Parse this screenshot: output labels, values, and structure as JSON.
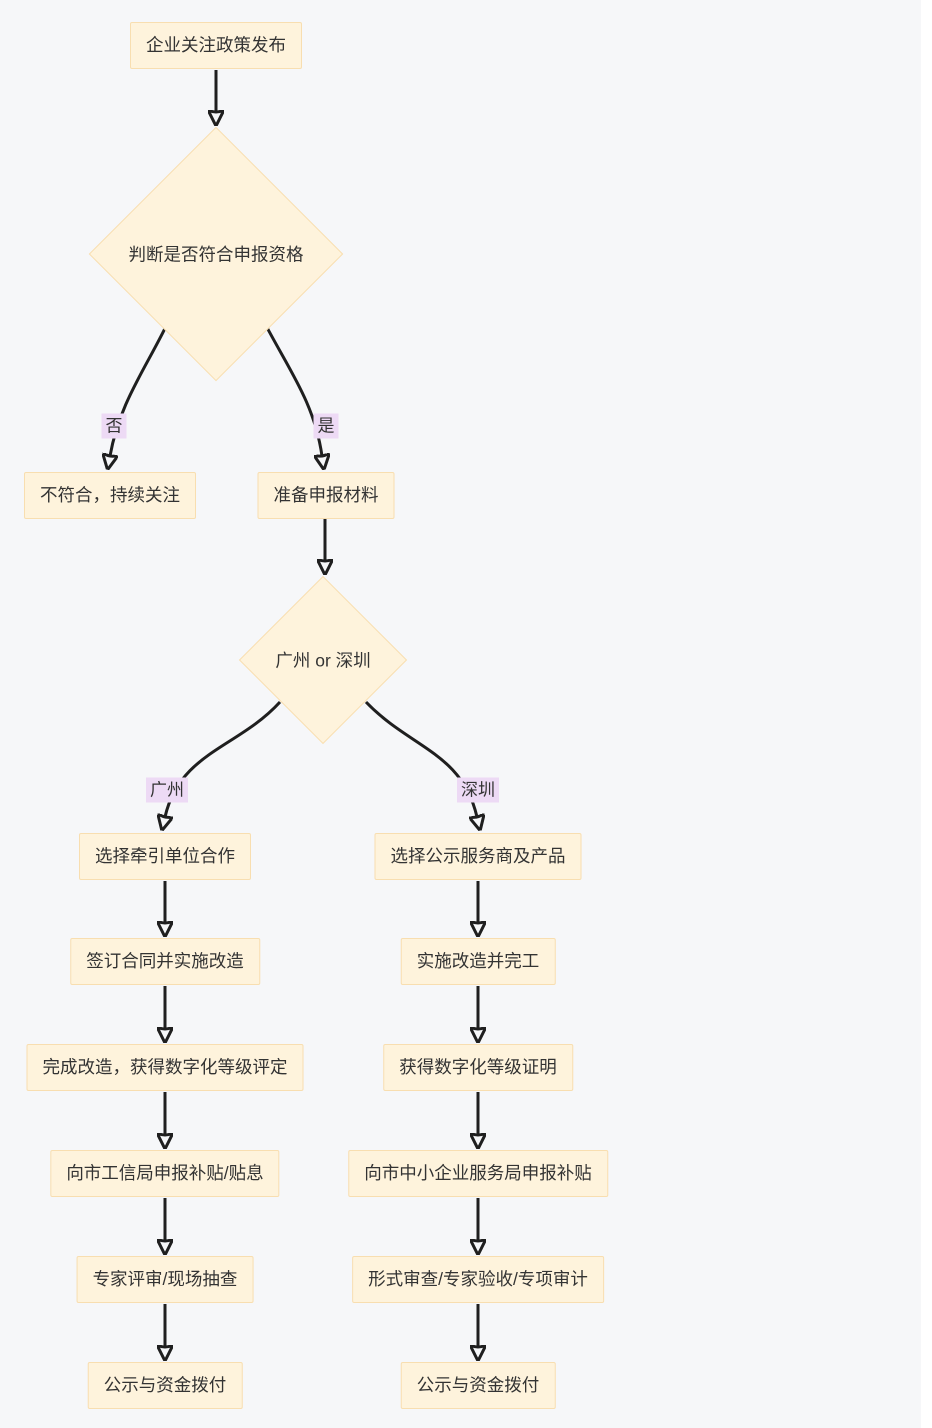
{
  "diagram": {
    "background_color": "#f6f7f9",
    "node_fill_color": "#fef3dc",
    "node_border_color": "#f8deb0",
    "edge_label_background_color": "#eddaf5",
    "line_color": "#1f1f1f",
    "text_color": "#333333"
  },
  "nodes": {
    "start": {
      "label": "企业关注政策发布",
      "type": "rect"
    },
    "check_eligibility": {
      "label": "判断是否符合申报资格",
      "type": "diamond"
    },
    "not_eligible": {
      "label": "不符合，持续关注",
      "type": "rect"
    },
    "prepare_materials": {
      "label": "准备申报材料",
      "type": "rect"
    },
    "city_choice": {
      "label": "广州 or 深圳",
      "type": "diamond"
    },
    "gz_select_partner": {
      "label": "选择牵引单位合作",
      "type": "rect"
    },
    "gz_sign_contract": {
      "label": "签订合同并实施改造",
      "type": "rect"
    },
    "gz_complete_upgrade": {
      "label": "完成改造，获得数字化等级评定",
      "type": "rect"
    },
    "gz_apply_subsidy": {
      "label": "向市工信局申报补贴/贴息",
      "type": "rect"
    },
    "gz_expert_review": {
      "label": "专家评审/现场抽查",
      "type": "rect"
    },
    "gz_publicity_payment": {
      "label": "公示与资金拨付",
      "type": "rect"
    },
    "sz_select_provider": {
      "label": "选择公示服务商及产品",
      "type": "rect"
    },
    "sz_implement_complete": {
      "label": "实施改造并完工",
      "type": "rect"
    },
    "sz_get_certificate": {
      "label": "获得数字化等级证明",
      "type": "rect"
    },
    "sz_apply_subsidy": {
      "label": "向市中小企业服务局申报补贴",
      "type": "rect"
    },
    "sz_formal_review": {
      "label": "形式审查/专家验收/专项审计",
      "type": "rect"
    },
    "sz_publicity_payment": {
      "label": "公示与资金拨付",
      "type": "rect"
    }
  },
  "edge_labels": {
    "no": "否",
    "yes": "是",
    "guangzhou": "广州",
    "shenzhen": "深圳"
  },
  "edges": [
    {
      "from": "start",
      "to": "check_eligibility",
      "label": ""
    },
    {
      "from": "check_eligibility",
      "to": "not_eligible",
      "label": "否"
    },
    {
      "from": "check_eligibility",
      "to": "prepare_materials",
      "label": "是"
    },
    {
      "from": "prepare_materials",
      "to": "city_choice",
      "label": ""
    },
    {
      "from": "city_choice",
      "to": "gz_select_partner",
      "label": "广州"
    },
    {
      "from": "city_choice",
      "to": "sz_select_provider",
      "label": "深圳"
    },
    {
      "from": "gz_select_partner",
      "to": "gz_sign_contract",
      "label": ""
    },
    {
      "from": "gz_sign_contract",
      "to": "gz_complete_upgrade",
      "label": ""
    },
    {
      "from": "gz_complete_upgrade",
      "to": "gz_apply_subsidy",
      "label": ""
    },
    {
      "from": "gz_apply_subsidy",
      "to": "gz_expert_review",
      "label": ""
    },
    {
      "from": "gz_expert_review",
      "to": "gz_publicity_payment",
      "label": ""
    },
    {
      "from": "sz_select_provider",
      "to": "sz_implement_complete",
      "label": ""
    },
    {
      "from": "sz_implement_complete",
      "to": "sz_get_certificate",
      "label": ""
    },
    {
      "from": "sz_get_certificate",
      "to": "sz_apply_subsidy",
      "label": ""
    },
    {
      "from": "sz_apply_subsidy",
      "to": "sz_formal_review",
      "label": ""
    },
    {
      "from": "sz_formal_review",
      "to": "sz_publicity_payment",
      "label": ""
    }
  ]
}
